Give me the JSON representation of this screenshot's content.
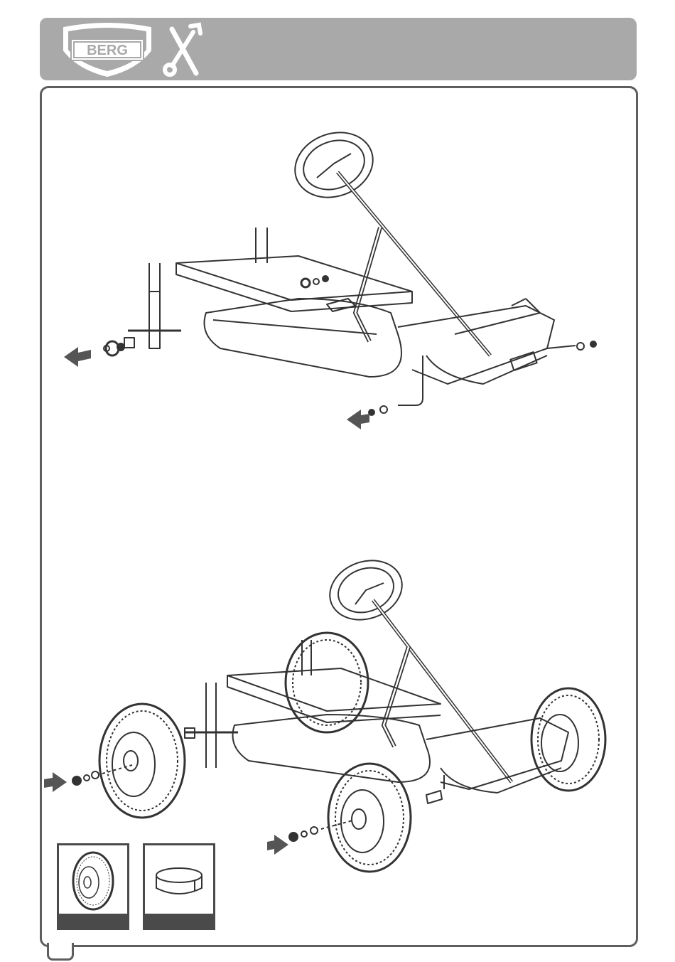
{
  "brand": {
    "logo_text": "BERG",
    "accent_color": "#a9a9a9",
    "frame_color": "#5e5e5e"
  },
  "icons": {
    "header_tools": "wrench-screwdriver-icon",
    "direction_arrow": "arrow-icon"
  },
  "steps": [
    {
      "name": "frame-disassembly-step",
      "description_hidden": true
    },
    {
      "name": "wheel-mount-step",
      "description_hidden": true
    }
  ],
  "parts": [
    {
      "name": "wheel",
      "icon": "wheel-icon"
    },
    {
      "name": "hub-cap",
      "icon": "hub-cap-icon"
    }
  ]
}
